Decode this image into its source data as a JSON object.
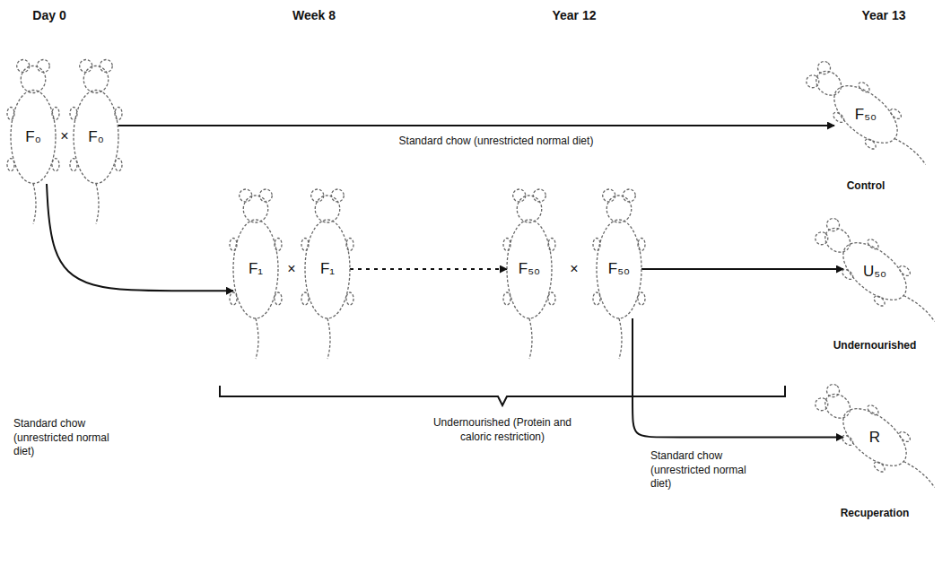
{
  "diagram": {
    "nodes": [
      {
        "text": [
          "F₀"
        ]
      },
      {
        "text": [
          "F₀"
        ]
      },
      {
        "text": [
          "F₅₀",
          "Control"
        ]
      },
      {
        "text": [
          "F₁"
        ]
      },
      {
        "text": [
          "F₁"
        ]
      },
      {
        "text": [
          "F₅₀"
        ]
      },
      {
        "text": [
          "F₅₀"
        ]
      },
      {
        "text": [
          "U₅₀",
          "Undernourished"
        ]
      },
      {
        "text": [
          "R",
          "Recuperation"
        ]
      }
    ],
    "edges": [
      {
        "from": 1,
        "to": 2,
        "arrow": "to",
        "label": "Standard chow (unrestricted normal diet)"
      },
      {
        "from": 0,
        "to": 3,
        "arrow": "to"
      },
      {
        "from": 4,
        "to": 5,
        "arrow": "to"
      },
      {
        "from": 6,
        "to": 7,
        "arrow": "to"
      },
      {
        "from": 6,
        "to": 8,
        "arrow": "to",
        "label": "Standard chow (unrestricted normal diet)"
      }
    ],
    "labels": [
      "Day 0",
      "Week 8",
      "Year 12",
      "Year 13",
      "×",
      "×",
      "×",
      "Standard chow (unrestricted normal diet)",
      "Undernourished (Protein and caloric restriction)"
    ]
  }
}
